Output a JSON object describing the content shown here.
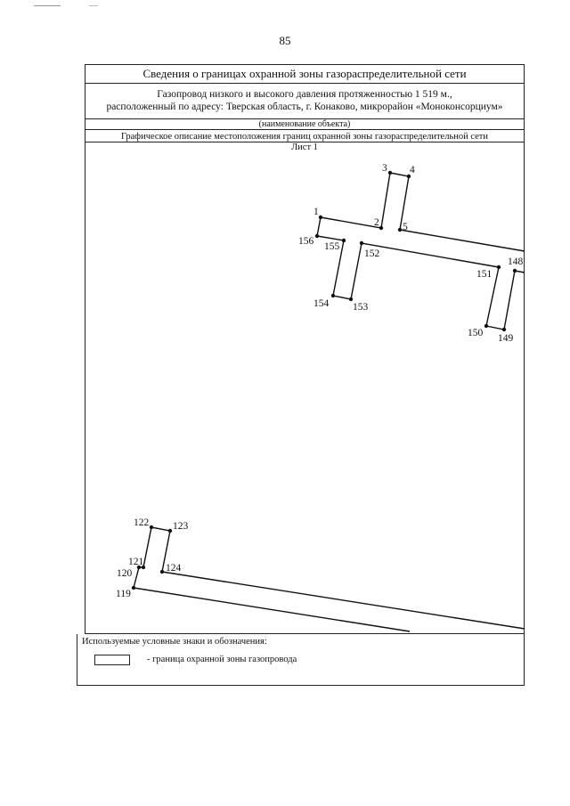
{
  "page_number": "85",
  "header": {
    "title": "Сведения о границах охранной зоны газораспределительной сети",
    "object_line1": "Газопровод низкого и высокого давления протяженностью 1 519  м.,",
    "object_line2": "расположенный по адресу: Тверская область, г. Конаково, микрорайон «Моноконсорциум»",
    "object_caption": "(наименование объекта)",
    "graphic_description": "Графическое описание местоположения границ охранной зоны газораспределительной сети",
    "sheet": "Лист 1"
  },
  "points": {
    "p1": "1",
    "p2": "2",
    "p3": "3",
    "p4": "4",
    "p5": "5",
    "p148": "148",
    "p149": "149",
    "p150": "150",
    "p151": "151",
    "p152": "152",
    "p153": "153",
    "p154": "154",
    "p155": "155",
    "p156": "156",
    "p119": "119",
    "p120": "120",
    "p121": "121",
    "p122": "122",
    "p123": "123",
    "p124": "124"
  },
  "legend": {
    "title": "Используемые условные знаки и обозначения:",
    "item_label": "-  граница охранной зоны газопровода"
  }
}
